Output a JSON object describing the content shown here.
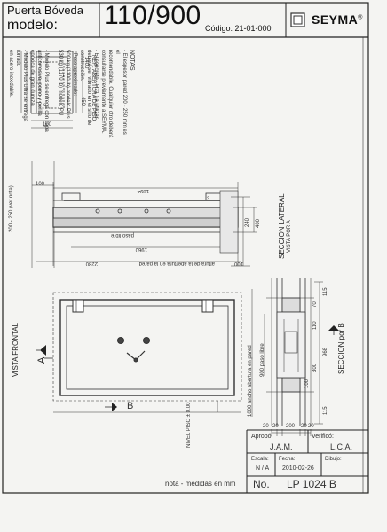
{
  "header": {
    "series": "Puerta Bóveda",
    "model_label": "modelo:",
    "model": "110/900",
    "code": "Código: 21-01-000",
    "brand": "SEYMA",
    "brand_mark": "®"
  },
  "notes": {
    "title": "NOTAS",
    "lines": [
      "- El espesor pared 200 - 250 mm es el",
      "recomendable. Cualquier otro deberá",
      "consultarse previamente a SEYMA.",
      "- El concreto ( H21 ) a utilizar",
      "deberá ser vibrado en el sitio de",
      "construcción.",
      "- Peso aproximado:",
      "500 kg (1100 lb) modelo Plus",
      "530 kg (1170 lb) modelo PU",
      "",
      "- Modelo Plus se entrega con capa",
      "anticorrosiva, pomo y perilla",
      "epóxica de gran dureza.",
      "- Modelo Plus Ultra se entrega forrado",
      "en acero inoxidable."
    ]
  },
  "plan": {
    "ref_label": "REF.: ABERTURA DE PISO",
    "dim_1400": "1400",
    "dim_450": "450",
    "dim_100": "100"
  },
  "top_view": {
    "dim_wall": "200 - 250 (ver nota)",
    "dim_100": "100",
    "dim_1894": "1894",
    "dim_3": "3",
    "dim_240": "240",
    "dim_400": "400",
    "dim_1960": "1960",
    "paso_libre": "paso libre",
    "dim_2280": "2280",
    "altura_label": "altura de la abertura en la pared",
    "dim_100b": "100"
  },
  "side_section": {
    "title": "SECCION LATERAL",
    "subtitle": "VISTA POR A"
  },
  "front_view": {
    "title": "VISTA FRONTAL",
    "marker_a": "A",
    "marker_b": "B",
    "nivel_piso": "NIVEL PISO ± 0.00"
  },
  "section_b": {
    "title": "SECCION por B",
    "dim_115": "115",
    "dim_70": "70",
    "dim_110": "110",
    "dim_968": "968",
    "dim_300": "300",
    "dim_100": "100",
    "dim_115b": "115",
    "paso_libre_900": "900 paso libre",
    "ancho_1000": "1000 ancho abertura en pared",
    "bottom_dims": [
      "20",
      "20",
      "200",
      "20",
      "20"
    ]
  },
  "title_block": {
    "aprobo_label": "Aprobó:",
    "aprobo_value": "J.A.M.",
    "verifico_label": "Verificó:",
    "verifico_value": "L.C.A.",
    "escala_label": "Escala:",
    "escala_value": "N / A",
    "fecha_label": "Fecha:",
    "fecha_value": "2010-02-26",
    "dibujo_label": "Dibujo:",
    "dibujo_value": "",
    "nota": "nota - medidas en mm",
    "no_label": "No.",
    "no_value": "LP 1024 B"
  }
}
